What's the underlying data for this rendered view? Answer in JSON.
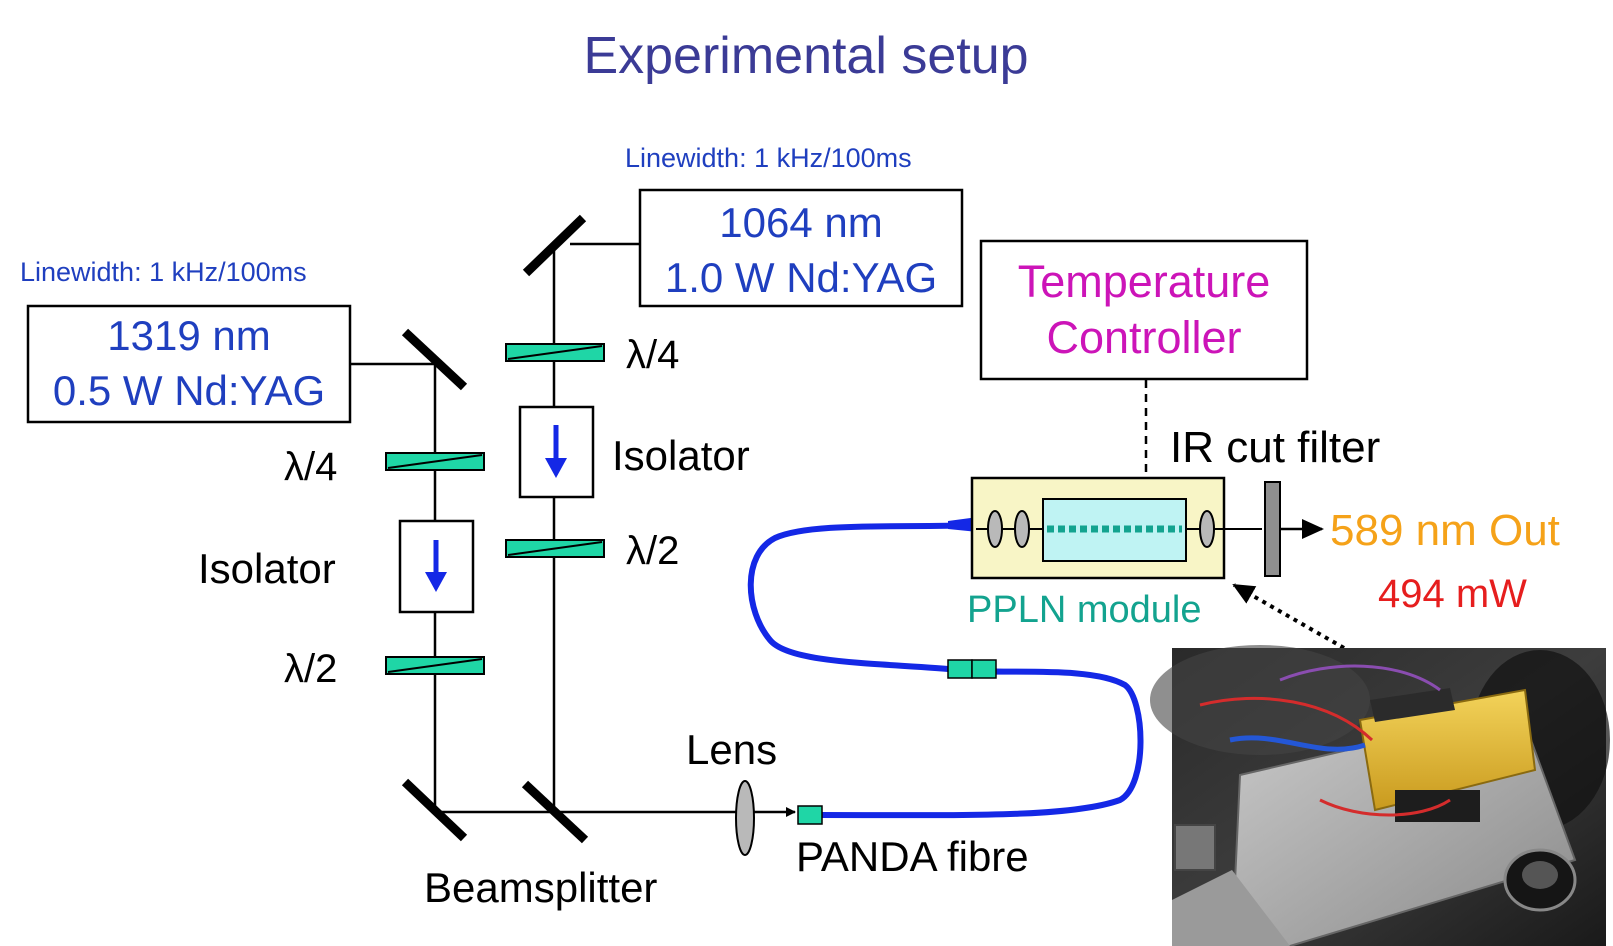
{
  "title": "Experimental setup",
  "laser_1064": {
    "linewidth": "Linewidth:  1 kHz/100ms",
    "line1": "1064 nm",
    "line2": "1.0 W Nd:YAG"
  },
  "laser_1319": {
    "linewidth": "Linewidth:  1 kHz/100ms",
    "line1": "1319 nm",
    "line2": "0.5 W Nd:YAG"
  },
  "temperature_controller": {
    "line1": "Temperature",
    "line2": "Controller"
  },
  "labels": {
    "quarter_wave": "λ/4",
    "half_wave": "λ/2",
    "isolator": "Isolator",
    "lens": "Lens",
    "beamsplitter": "Beamsplitter",
    "panda_fibre": "PANDA fibre",
    "ir_cut_filter": "IR cut filter",
    "ppln_module": "PPLN module",
    "output": "589 nm Out",
    "output_power": "494 mW"
  },
  "colors": {
    "title": "#3b3b96",
    "laser_text": "#1f3fbf",
    "controller_text": "#cc14b8",
    "waveplate": "#1fd6a6",
    "fibre": "#1428e6",
    "ppln_label": "#13a38f",
    "output": "#f5a219",
    "power": "#e61e1e",
    "module_fill": "#f8f5c6",
    "crystal_fill": "#bff3f3"
  }
}
